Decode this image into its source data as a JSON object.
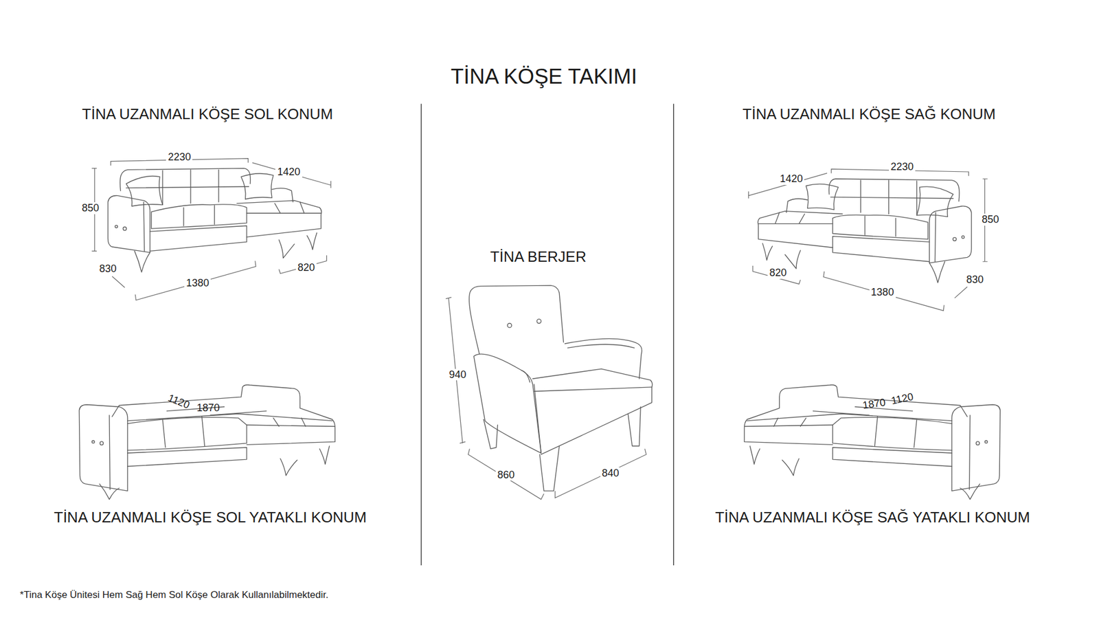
{
  "diagram": {
    "title": "TİNA KÖŞE TAKIMI",
    "caption": "*Tina Köşe Ünitesi Hem Sağ Hem Sol Köşe Olarak Kullanılabilmektedir.",
    "labels": [
      "TİNA UZANMALI KÖŞE SOL KONUM",
      "TİNA UZANMALI KÖŞE SAĞ KONUM",
      "2230",
      "1420",
      "850",
      "830",
      "1380",
      "820",
      "1420",
      "2230",
      "850",
      "820",
      "1380",
      "830",
      "TİNA BERJER",
      "940",
      "860",
      "840",
      "1120",
      "1870",
      "1870",
      "1120",
      "TİNA UZANMALI KÖŞE SOL YATAKLI KONUM",
      "TİNA UZANMALI KÖŞE SAĞ YATAKLI KONUM"
    ]
  }
}
